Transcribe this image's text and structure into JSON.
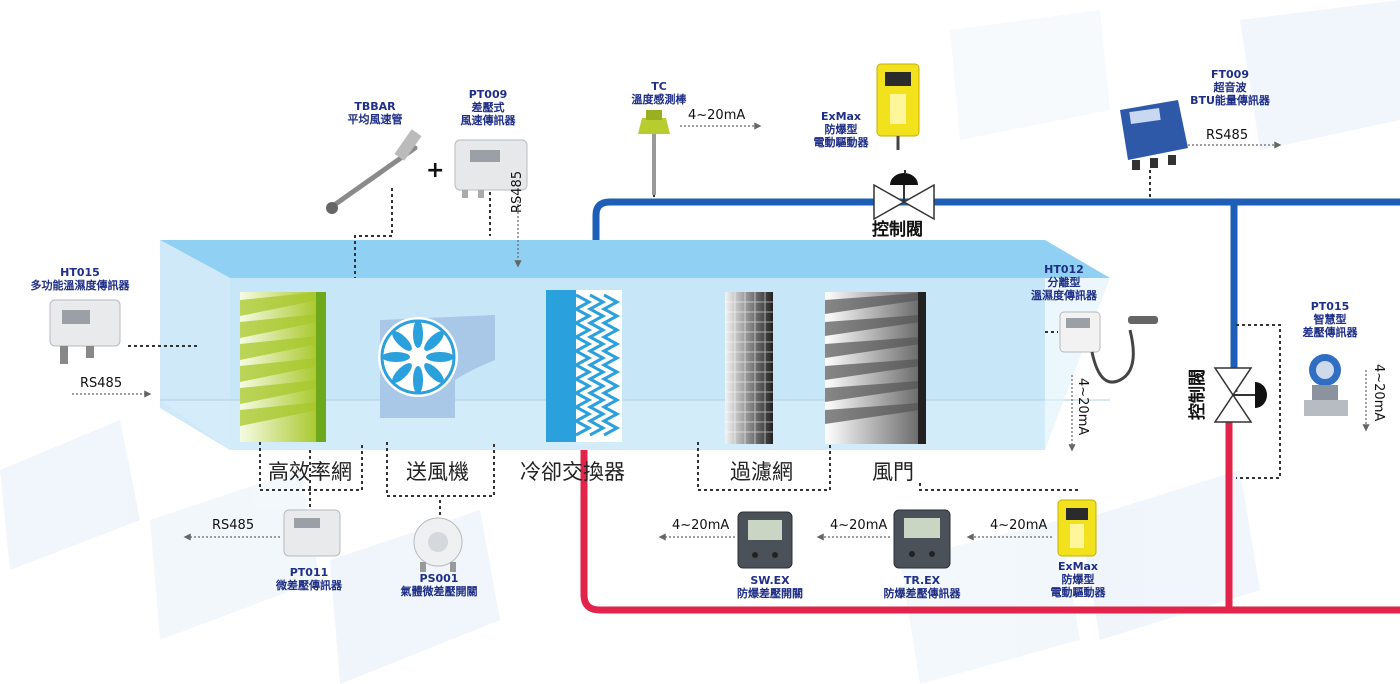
{
  "colors": {
    "supply_pipe": "#1d5fb6",
    "return_pipe": "#e2234a",
    "device_label": "#1f2f86",
    "duct": "#b9e2f8",
    "duct_top": "#8fd0f3",
    "filter_green": "#b8d434"
  },
  "sections": {
    "hepa": "高效率網",
    "fan": "送風機",
    "heat_exchanger": "冷卻交換器",
    "filter": "過濾網",
    "damper": "風門"
  },
  "valves": {
    "supply": "控制閥",
    "return": "控制閥"
  },
  "devices": {
    "tbbar": {
      "code": "TBBAR",
      "name": "平均風速管"
    },
    "pt009": {
      "code": "PT009",
      "name1": "差壓式",
      "name2": "風速傳訊器"
    },
    "tc": {
      "code": "TC",
      "name": "溫度感測棒"
    },
    "exmax_top": {
      "code": "ExMax",
      "name1": "防爆型",
      "name2": "電動驅動器"
    },
    "ft009": {
      "code": "FT009",
      "name1": "超音波",
      "name2": "BTU能量傳訊器"
    },
    "ht015": {
      "code": "HT015",
      "name": "多功能溫濕度傳訊器"
    },
    "ht012": {
      "code": "HT012",
      "name1": "分離型",
      "name2": "溫濕度傳訊器"
    },
    "pt015": {
      "code": "PT015",
      "name1": "智慧型",
      "name2": "差壓傳訊器"
    },
    "pt011": {
      "code": "PT011",
      "name": "微差壓傳訊器"
    },
    "ps001": {
      "code": "PS001",
      "name": "氣體微差壓開關"
    },
    "swex": {
      "code": "SW.EX",
      "name": "防爆差壓開關"
    },
    "trex": {
      "code": "TR.EX",
      "name": "防爆差壓傳訊器"
    },
    "exmax_bottom": {
      "code": "ExMax",
      "name1": "防爆型",
      "name2": "電動驅動器"
    }
  },
  "signals": {
    "plus": "+",
    "tc_out": "4~20mA",
    "pt009_out": "RS485",
    "ft009_out": "RS485",
    "ht015_out": "RS485",
    "ht012_out": "4~20mA",
    "pt015_out": "4~20mA",
    "pt011_out": "RS485",
    "swex_out": "4~20mA",
    "trex_out": "4~20mA",
    "exmax_bottom_out": "4~20mA"
  }
}
